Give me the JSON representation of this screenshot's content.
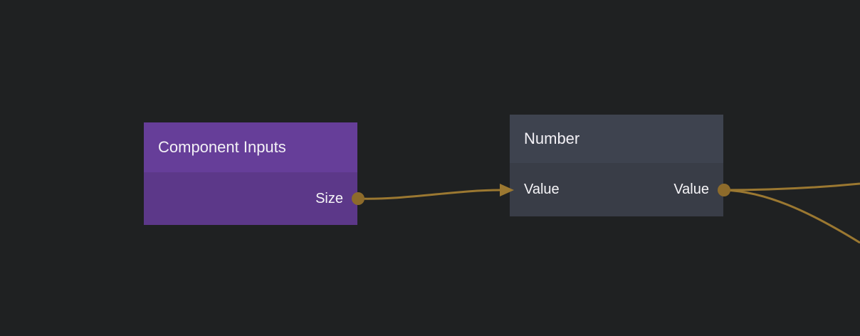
{
  "editor": {
    "background_color": "#1f2122",
    "wire_color": "#9b7831",
    "port_color": "#8d6b2b"
  },
  "nodes": [
    {
      "title": "Component Inputs",
      "header_color": "#663e99",
      "body_color": "#5c3889",
      "inputs": [],
      "outputs": [
        {
          "label": "Size"
        }
      ]
    },
    {
      "title": "Number",
      "header_color": "#3e434f",
      "body_color": "#393d47",
      "inputs": [
        {
          "label": "Value"
        }
      ],
      "outputs": [
        {
          "label": "Value"
        }
      ]
    }
  ],
  "connections": [
    {
      "from": "Component Inputs / Size",
      "to": "Number / Value"
    },
    {
      "from": "Number / Value",
      "to": "off-screen right (upper wire)"
    },
    {
      "from": "Number / Value",
      "to": "off-screen right (lower wire)"
    }
  ]
}
